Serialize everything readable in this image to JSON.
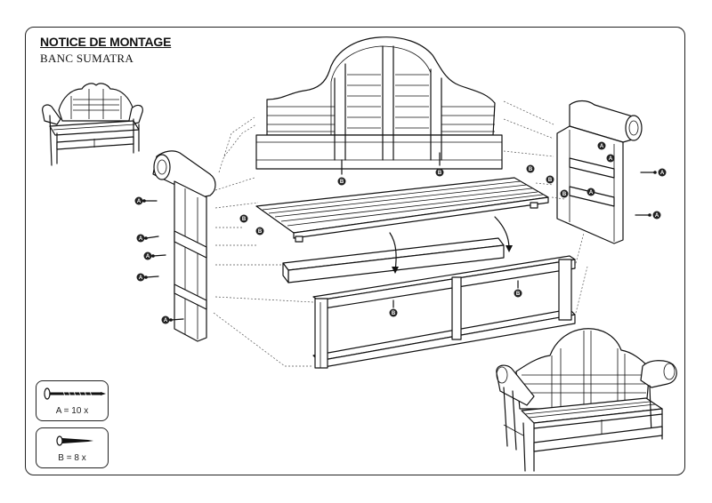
{
  "header": {
    "title": "NOTICE DE MONTAGE",
    "subtitle": "BANC SUMATRA"
  },
  "legend": {
    "screw_a": {
      "label": "A = 10 x",
      "icon": "long-screw-icon"
    },
    "screw_b": {
      "label": "B = 8 x",
      "icon": "short-screw-icon"
    }
  },
  "callouts": {
    "screw_a_letter": "A",
    "screw_b_letter": "B"
  },
  "colors": {
    "line": "#111111",
    "badge": "#222222",
    "background": "#ffffff"
  }
}
